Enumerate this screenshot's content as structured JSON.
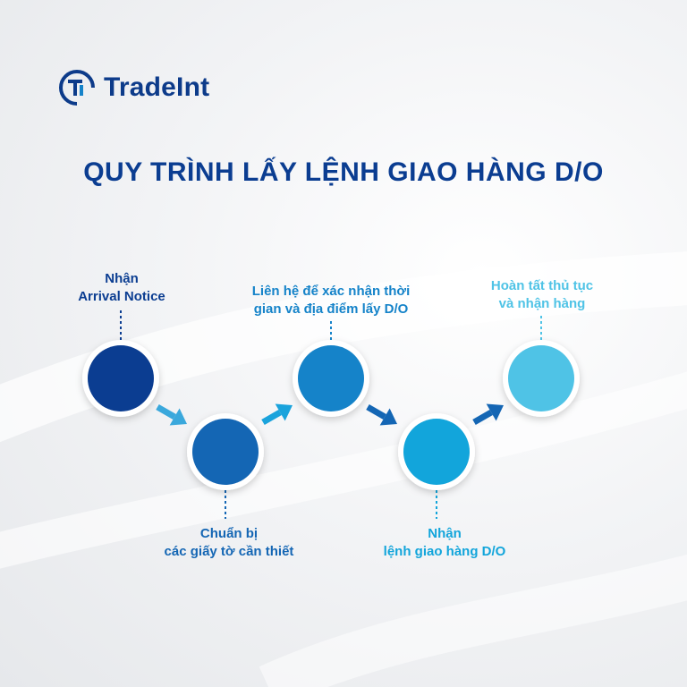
{
  "brand": {
    "name": "TradeInt",
    "mark": "Ti"
  },
  "title": "QUY TRÌNH LẤY LỆNH GIAO HÀNG D/O",
  "colors": {
    "brand": "#0d3b8a",
    "step1": "#0b3d91",
    "step2": "#1466b4",
    "step3": "#1583c9",
    "step4": "#12a5db",
    "step5": "#4fc3e6"
  },
  "steps": [
    {
      "label": "Nhận\nArrival Notice",
      "color": "#0b3d91"
    },
    {
      "label": "Chuẩn bị\ncác giấy tờ cần thiết",
      "color": "#1466b4"
    },
    {
      "label": "Liên hệ để xác nhận thời\ngian và địa điểm lấy D/O",
      "color": "#1583c9"
    },
    {
      "label": "Nhận\nlệnh giao hàng D/O",
      "color": "#12a5db"
    },
    {
      "label": "Hoàn tất thủ tục\nvà nhận hàng",
      "color": "#4fc3e6"
    }
  ]
}
